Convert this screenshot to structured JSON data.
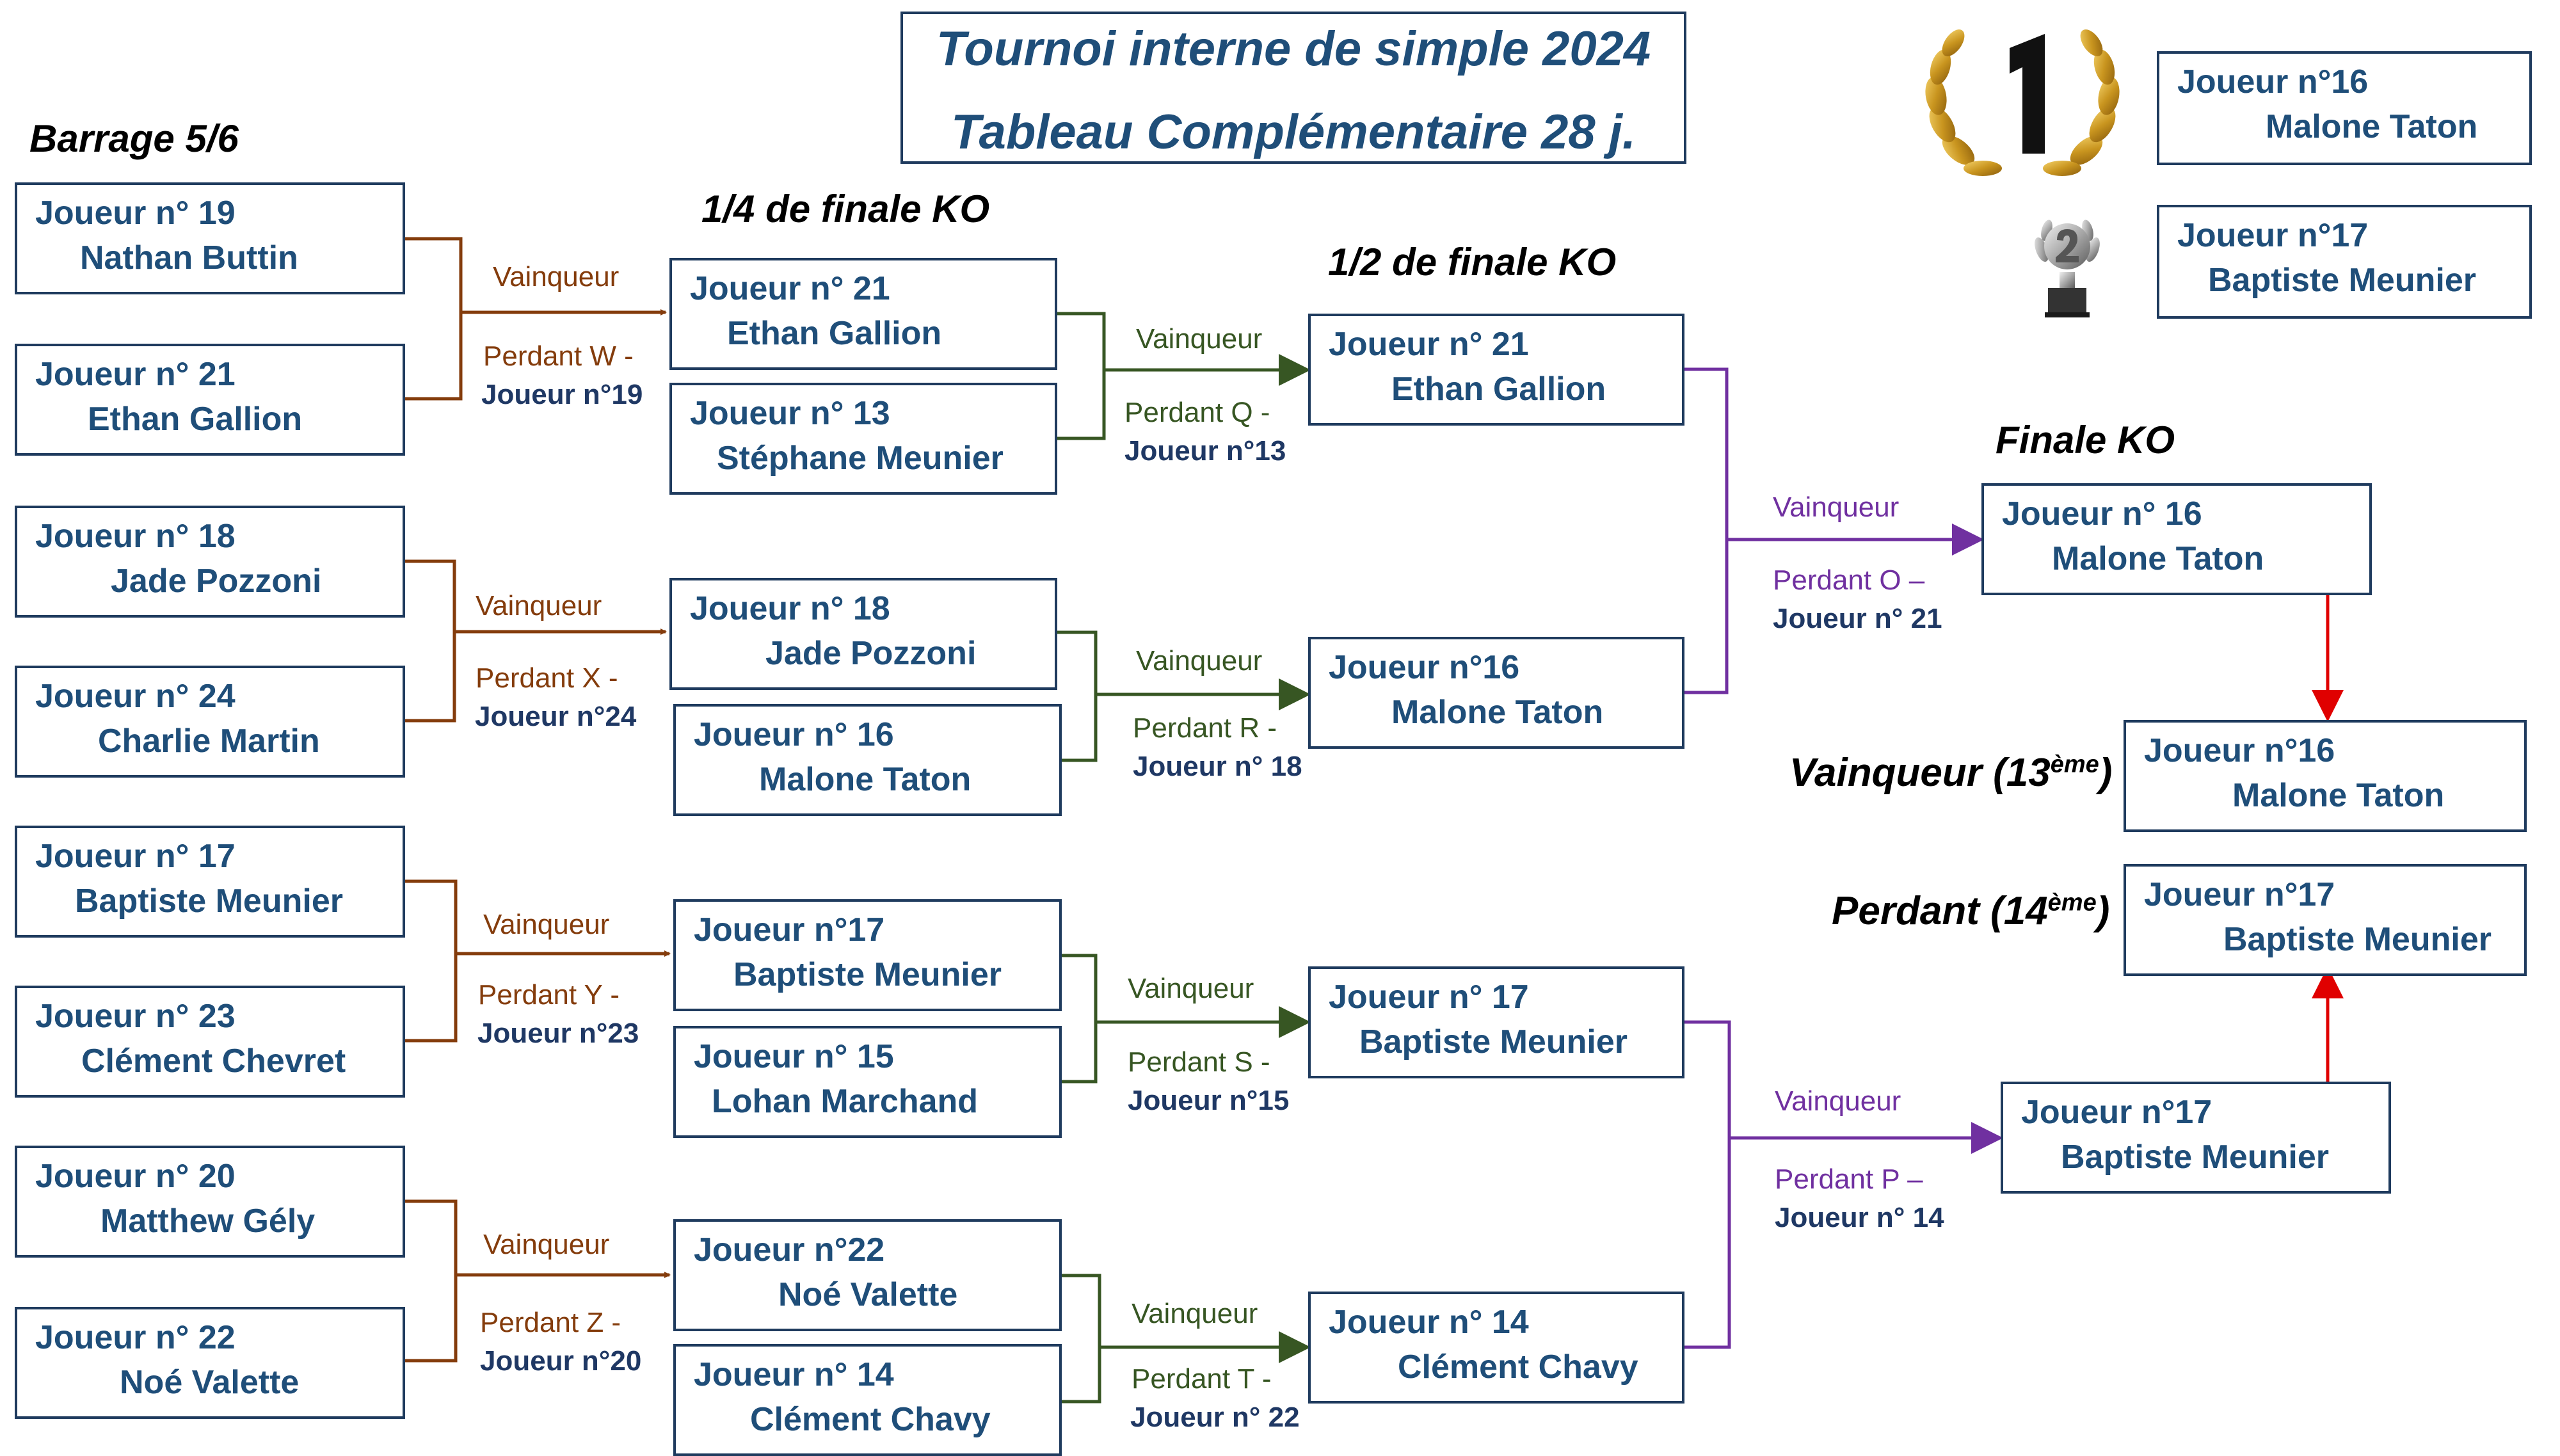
{
  "title": {
    "line1": "Tournoi interne de simple 2024",
    "line2": "Tableau Complémentaire 28 j."
  },
  "rounds": {
    "barrage": "Barrage 5/6",
    "quarter": "1/4 de finale KO",
    "semi": "1/2 de finale KO",
    "final": "Finale KO"
  },
  "barrage": [
    {
      "num": "Joueur n° 19",
      "name": "Nathan Buttin"
    },
    {
      "num": "Joueur n° 21",
      "name": "Ethan Gallion"
    },
    {
      "num": "Joueur n° 18",
      "name": "Jade Pozzoni"
    },
    {
      "num": "Joueur n° 24",
      "name": "Charlie Martin"
    },
    {
      "num": "Joueur n° 17",
      "name": "Baptiste Meunier"
    },
    {
      "num": "Joueur n° 23",
      "name": "Clément Chevret"
    },
    {
      "num": "Joueur n° 20",
      "name": "Matthew Gély"
    },
    {
      "num": "Joueur n° 22",
      "name": "Noé Valette"
    }
  ],
  "barrage_labels": [
    {
      "winner": "Vainqueur",
      "loser1": "Perdant W -",
      "loser2": "Joueur n°19"
    },
    {
      "winner": "Vainqueur",
      "loser1": "Perdant X -",
      "loser2": "Joueur n°24"
    },
    {
      "winner": "Vainqueur",
      "loser1": "Perdant Y -",
      "loser2": "Joueur n°23"
    },
    {
      "winner": "Vainqueur",
      "loser1": "Perdant Z -",
      "loser2": "Joueur n°20"
    }
  ],
  "quarter": [
    {
      "num": "Joueur n° 21",
      "name": "Ethan Gallion"
    },
    {
      "num": "Joueur n° 13",
      "name": "Stéphane Meunier"
    },
    {
      "num": "Joueur n° 18",
      "name": "Jade Pozzoni"
    },
    {
      "num": "Joueur n° 16",
      "name": "Malone Taton"
    },
    {
      "num": "Joueur n°17",
      "name": "Baptiste Meunier"
    },
    {
      "num": "Joueur n° 15",
      "name": "Lohan Marchand"
    },
    {
      "num": "Joueur n°22",
      "name": "Noé Valette"
    },
    {
      "num": "Joueur n° 14",
      "name": "Clément Chavy"
    }
  ],
  "quarter_labels": [
    {
      "winner": "Vainqueur",
      "loser1": "Perdant Q -",
      "loser2": "Joueur n°13"
    },
    {
      "winner": "Vainqueur",
      "loser1": "Perdant R -",
      "loser2": "Joueur n° 18"
    },
    {
      "winner": "Vainqueur",
      "loser1": "Perdant S -",
      "loser2": "Joueur n°15"
    },
    {
      "winner": "Vainqueur",
      "loser1": "Perdant T -",
      "loser2": "Joueur n° 22"
    }
  ],
  "semi": [
    {
      "num": "Joueur n° 21",
      "name": "Ethan Gallion"
    },
    {
      "num": "Joueur n°16",
      "name": "Malone Taton"
    },
    {
      "num": "Joueur n°  17",
      "name": "Baptiste Meunier"
    },
    {
      "num": "Joueur n° 14",
      "name": "Clément Chavy"
    }
  ],
  "semi_labels": [
    {
      "winner": "Vainqueur",
      "loser1": "Perdant O –",
      "loser2": "Joueur n° 21"
    },
    {
      "winner": "Vainqueur",
      "loser1": "Perdant P –",
      "loser2": "Joueur n° 14"
    }
  ],
  "final": [
    {
      "num": "Joueur n° 16",
      "name": "Malone Taton"
    },
    {
      "num": "Joueur n°17",
      "name": "Baptiste Meunier"
    }
  ],
  "results": {
    "winner_label": "Vainqueur (13",
    "winner_sup": "ème",
    "winner_close": ")",
    "loser_label": "Perdant (14",
    "loser_sup": "ème",
    "loser_close": ")",
    "winner": {
      "num": "Joueur n°16",
      "name": "Malone Taton"
    },
    "loser": {
      "num": "Joueur n°17",
      "name": "Baptiste Meunier"
    }
  },
  "podium": {
    "first_icon": "gold-laurel-1-icon",
    "second_icon": "silver-trophy-2-icon",
    "first": {
      "num": "Joueur n°16",
      "name": "Malone Taton"
    },
    "second": {
      "num": "Joueur n°17",
      "name": "Baptiste Meunier"
    }
  },
  "colors": {
    "box_border": "#1f3b5e",
    "box_text": "#1f4e79",
    "barrage_lines": "#843c0c",
    "quarter_lines": "#375623",
    "semi_lines": "#7030a0",
    "result_arrows": "#e00000"
  }
}
